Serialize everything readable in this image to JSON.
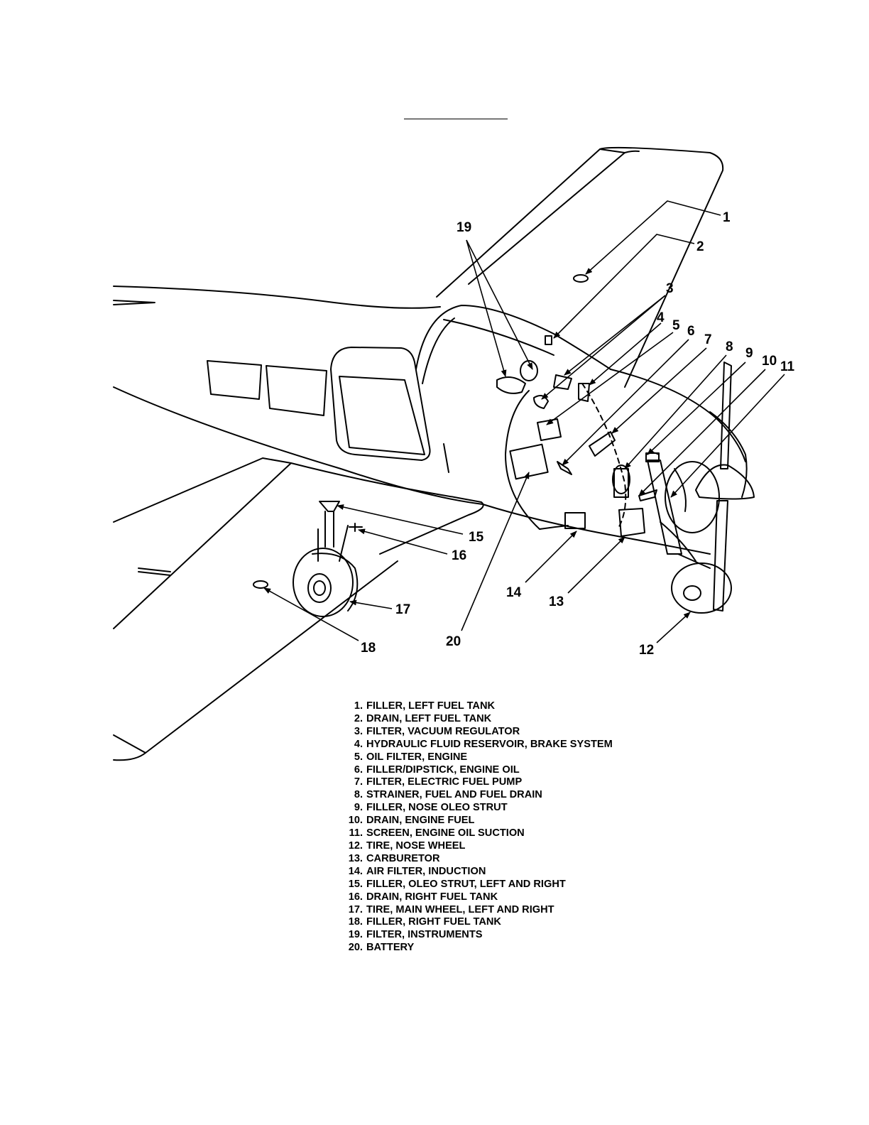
{
  "diagram": {
    "callouts": [
      "1",
      "2",
      "3",
      "4",
      "5",
      "6",
      "7",
      "8",
      "9",
      "10",
      "11",
      "12",
      "13",
      "14",
      "15",
      "16",
      "17",
      "18",
      "19",
      "20"
    ]
  },
  "legend": {
    "items": [
      {
        "num": "1.",
        "text": "FILLER, LEFT FUEL TANK"
      },
      {
        "num": "2.",
        "text": "DRAIN, LEFT FUEL TANK"
      },
      {
        "num": "3.",
        "text": "FILTER, VACUUM REGULATOR"
      },
      {
        "num": "4.",
        "text": "HYDRAULIC FLUID RESERVOIR, BRAKE SYSTEM"
      },
      {
        "num": "5.",
        "text": "OIL FILTER, ENGINE"
      },
      {
        "num": "6.",
        "text": "FILLER/DIPSTICK, ENGINE OIL"
      },
      {
        "num": "7.",
        "text": "FILTER, ELECTRIC FUEL PUMP"
      },
      {
        "num": "8.",
        "text": "STRAINER, FUEL AND FUEL DRAIN"
      },
      {
        "num": "9.",
        "text": "FILLER, NOSE OLEO STRUT"
      },
      {
        "num": "10.",
        "text": "DRAIN, ENGINE FUEL"
      },
      {
        "num": "11.",
        "text": "SCREEN, ENGINE OIL SUCTION"
      },
      {
        "num": "12.",
        "text": "TIRE, NOSE WHEEL"
      },
      {
        "num": "13.",
        "text": "CARBURETOR"
      },
      {
        "num": "14.",
        "text": "AIR FILTER, INDUCTION"
      },
      {
        "num": "15.",
        "text": "FILLER, OLEO STRUT, LEFT AND RIGHT"
      },
      {
        "num": "16.",
        "text": "DRAIN, RIGHT FUEL TANK"
      },
      {
        "num": "17.",
        "text": "TIRE, MAIN WHEEL, LEFT AND RIGHT"
      },
      {
        "num": "18.",
        "text": "FILLER, RIGHT FUEL TANK"
      },
      {
        "num": "19.",
        "text": "FILTER, INSTRUMENTS"
      },
      {
        "num": "20.",
        "text": "BATTERY"
      }
    ]
  }
}
